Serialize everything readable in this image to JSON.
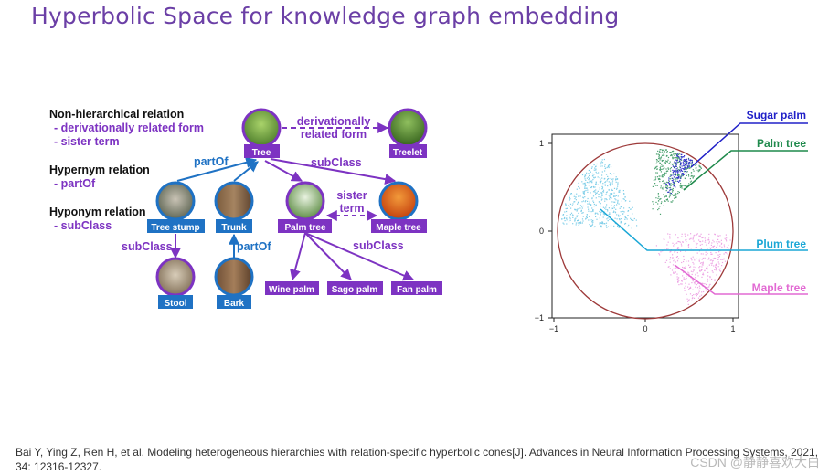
{
  "title": "Hyperbolic Space for knowledge graph embedding",
  "legend": {
    "items": [
      {
        "heading": "Non-hierarchical relation",
        "subs": [
          "- derivationally related form",
          "- sister term"
        ]
      },
      {
        "heading": "Hypernym relation",
        "subs": [
          "- partOf"
        ]
      },
      {
        "heading": "Hyponym relation",
        "subs": [
          "- subClass"
        ]
      }
    ]
  },
  "graph": {
    "nodes": {
      "tree": "Tree",
      "treelet": "Treelet",
      "tree_stump": "Tree stump",
      "trunk": "Trunk",
      "palm_tree": "Palm tree",
      "maple_tree": "Maple tree",
      "stool": "Stool",
      "bark": "Bark",
      "wine_palm": "Wine palm",
      "sago_palm": "Sago palm",
      "fan_palm": "Fan palm"
    },
    "edge_labels": {
      "derivationally_1": "derivationally",
      "derivationally_2": "related form",
      "partof_top": "partOf",
      "subclass_top": "subClass",
      "sister_1": "sister",
      "sister_2": "term",
      "subclass_left": "subClass",
      "partof_bottom": "partOf",
      "subclass_palm": "subClass"
    },
    "colors": {
      "purple": "#7d33c2",
      "blue": "#1f72c4"
    }
  },
  "plot": {
    "ticks": {
      "x": [
        "−1",
        "0",
        "1"
      ],
      "y": [
        "1",
        "0",
        "−1"
      ]
    },
    "labels": {
      "sugar_palm": "Sugar palm",
      "palm_tree": "Palm tree",
      "plum_tree": "Plum tree",
      "maple_tree": "Maple tree"
    },
    "colors": {
      "sugar_palm": "#2020c8",
      "palm_tree": "#1f8a4c",
      "plum_tree": "#1aa7d6",
      "maple_tree": "#e26ad3",
      "disk": "#9e3a3a"
    }
  },
  "citation": "Bai Y, Ying Z, Ren H, et al. Modeling heterogeneous hierarchies with relation-specific hyperbolic cones[J]. Advances in Neural Information Processing Systems, 2021, 34: 12316-12327.",
  "watermark": "CSDN @静静喜欢大白"
}
